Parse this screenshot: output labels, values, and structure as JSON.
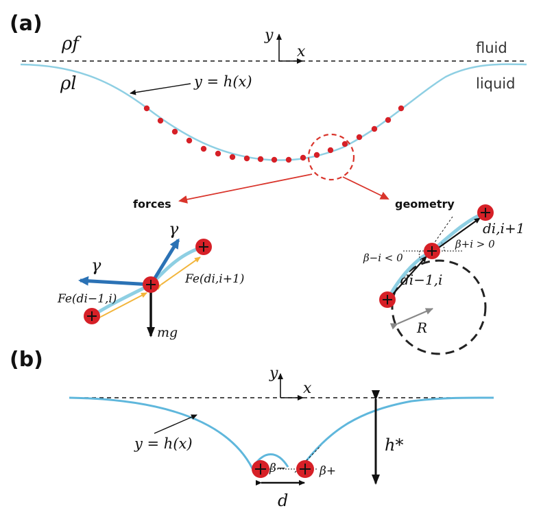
{
  "panel_a": {
    "label": "(a)",
    "axis_y": "y",
    "axis_x": "x",
    "rho_f": "ρf",
    "rho_l": "ρl",
    "fluid": "fluid",
    "liquid": "liquid",
    "curve_eq": "y = h(x)",
    "forces": "forces",
    "geometry": "geometry",
    "gamma_1": "γ",
    "gamma_2": "γ",
    "fe_left": "Fe(di−1,i)",
    "fe_right": "Fe(di,i+1)",
    "mg": "mg",
    "d_right": "di,i+1",
    "d_left": "di−1,i",
    "beta_plus": "β+i > 0",
    "beta_minus": "β−i < 0",
    "radius": "R"
  },
  "panel_b": {
    "label": "(b)",
    "axis_y": "y",
    "axis_x": "x",
    "curve_eq": "y = h(x)",
    "h_star": "h*",
    "beta_minus": "β−",
    "beta_plus": "β+",
    "d": "d"
  },
  "colors": {
    "interface": "#8ecfe3",
    "particle": "#d62027",
    "arrow_red": "#d9342b",
    "gamma_blue": "#2b72b5",
    "elastic_yellow": "#f2b53b"
  }
}
